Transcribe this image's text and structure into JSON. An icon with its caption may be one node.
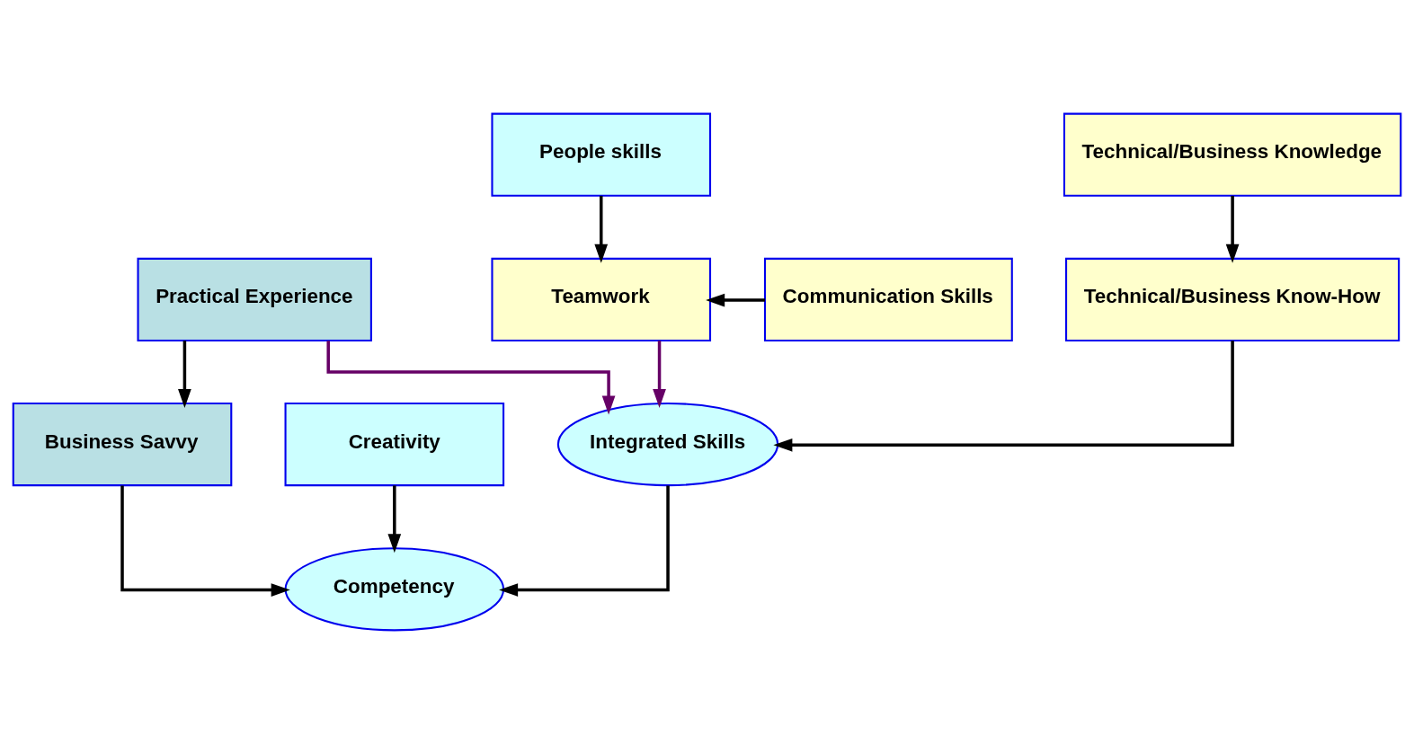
{
  "diagram": {
    "nodes": [
      {
        "text": [
          "People skills"
        ]
      },
      {
        "text": [
          "Technical/Business Knowledge"
        ]
      },
      {
        "text": [
          "Communication Skills"
        ]
      },
      {
        "text": [
          "Teamwork"
        ]
      },
      {
        "text": [
          "Technical/Business Know-How"
        ]
      },
      {
        "text": [
          "Practical Experience"
        ]
      },
      {
        "text": [
          "Creativity"
        ]
      },
      {
        "text": [
          "Integrated Skills"
        ]
      },
      {
        "text": [
          "Business Savvy"
        ]
      },
      {
        "text": [
          "Competency"
        ]
      }
    ],
    "edges": [
      {
        "from": 0,
        "to": 3,
        "arrow": "to"
      },
      {
        "from": 1,
        "to": 4,
        "arrow": "to"
      },
      {
        "from": 2,
        "to": 3,
        "arrow": "to"
      },
      {
        "from": 3,
        "to": 7,
        "arrow": "to",
        "color": "#660066"
      },
      {
        "from": 4,
        "to": 7,
        "arrow": "to"
      },
      {
        "from": 5,
        "to": 7,
        "arrow": "to",
        "color": "#660066"
      },
      {
        "from": 5,
        "to": 8,
        "arrow": "to"
      },
      {
        "from": 6,
        "to": 9,
        "arrow": "to"
      },
      {
        "from": 7,
        "to": 9,
        "arrow": "to"
      },
      {
        "from": 8,
        "to": 9,
        "arrow": "to"
      }
    ]
  }
}
